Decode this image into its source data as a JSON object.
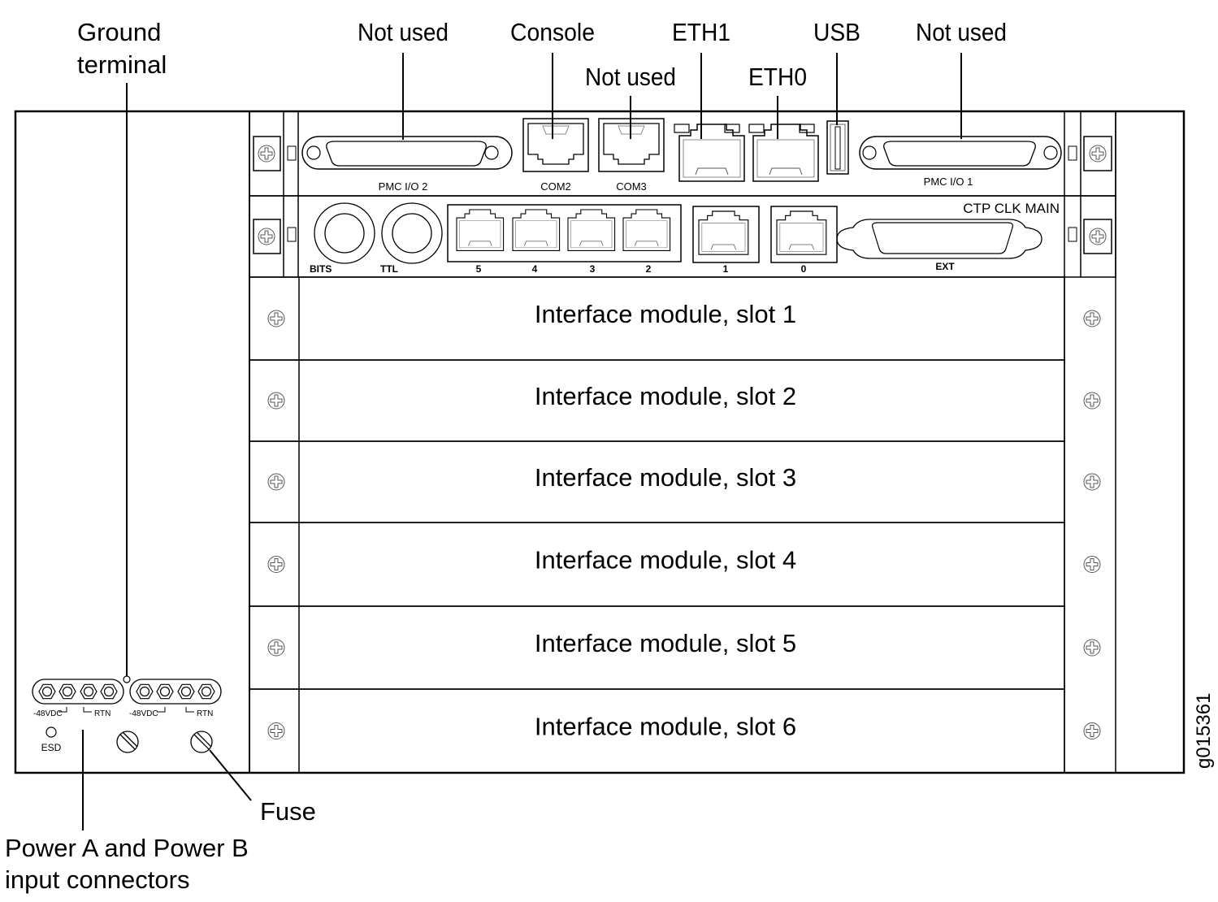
{
  "figure_id": "g015361",
  "callouts": {
    "ground_terminal": [
      "Ground",
      "terminal"
    ],
    "not_used_left": "Not used",
    "console": "Console",
    "not_used_mid": "Not used",
    "eth1": "ETH1",
    "eth0": "ETH0",
    "usb": "USB",
    "not_used_right": "Not used",
    "fuse": "Fuse",
    "power_inputs": [
      "Power A and Power B",
      "input connectors"
    ]
  },
  "cpu_module": {
    "pmc_io_2": "PMC I/O 2",
    "com2": "COM2",
    "com3": "COM3",
    "pmc_io_1": "PMC I/O 1"
  },
  "clock_module": {
    "title": "CTP CLK MAIN",
    "bits": "BITS",
    "ttl": "TTL",
    "ports": [
      "5",
      "4",
      "3",
      "2",
      "1",
      "0"
    ],
    "ext": "EXT"
  },
  "slots": [
    "Interface module, slot 1",
    "Interface module, slot 2",
    "Interface module, slot 3",
    "Interface module, slot 4",
    "Interface module, slot 5",
    "Interface module, slot 6"
  ],
  "power_panel": {
    "neg48_a": "-48VDC",
    "rtn_a": "RTN",
    "neg48_b": "-48VDC",
    "rtn_b": "RTN",
    "esd": "ESD"
  }
}
